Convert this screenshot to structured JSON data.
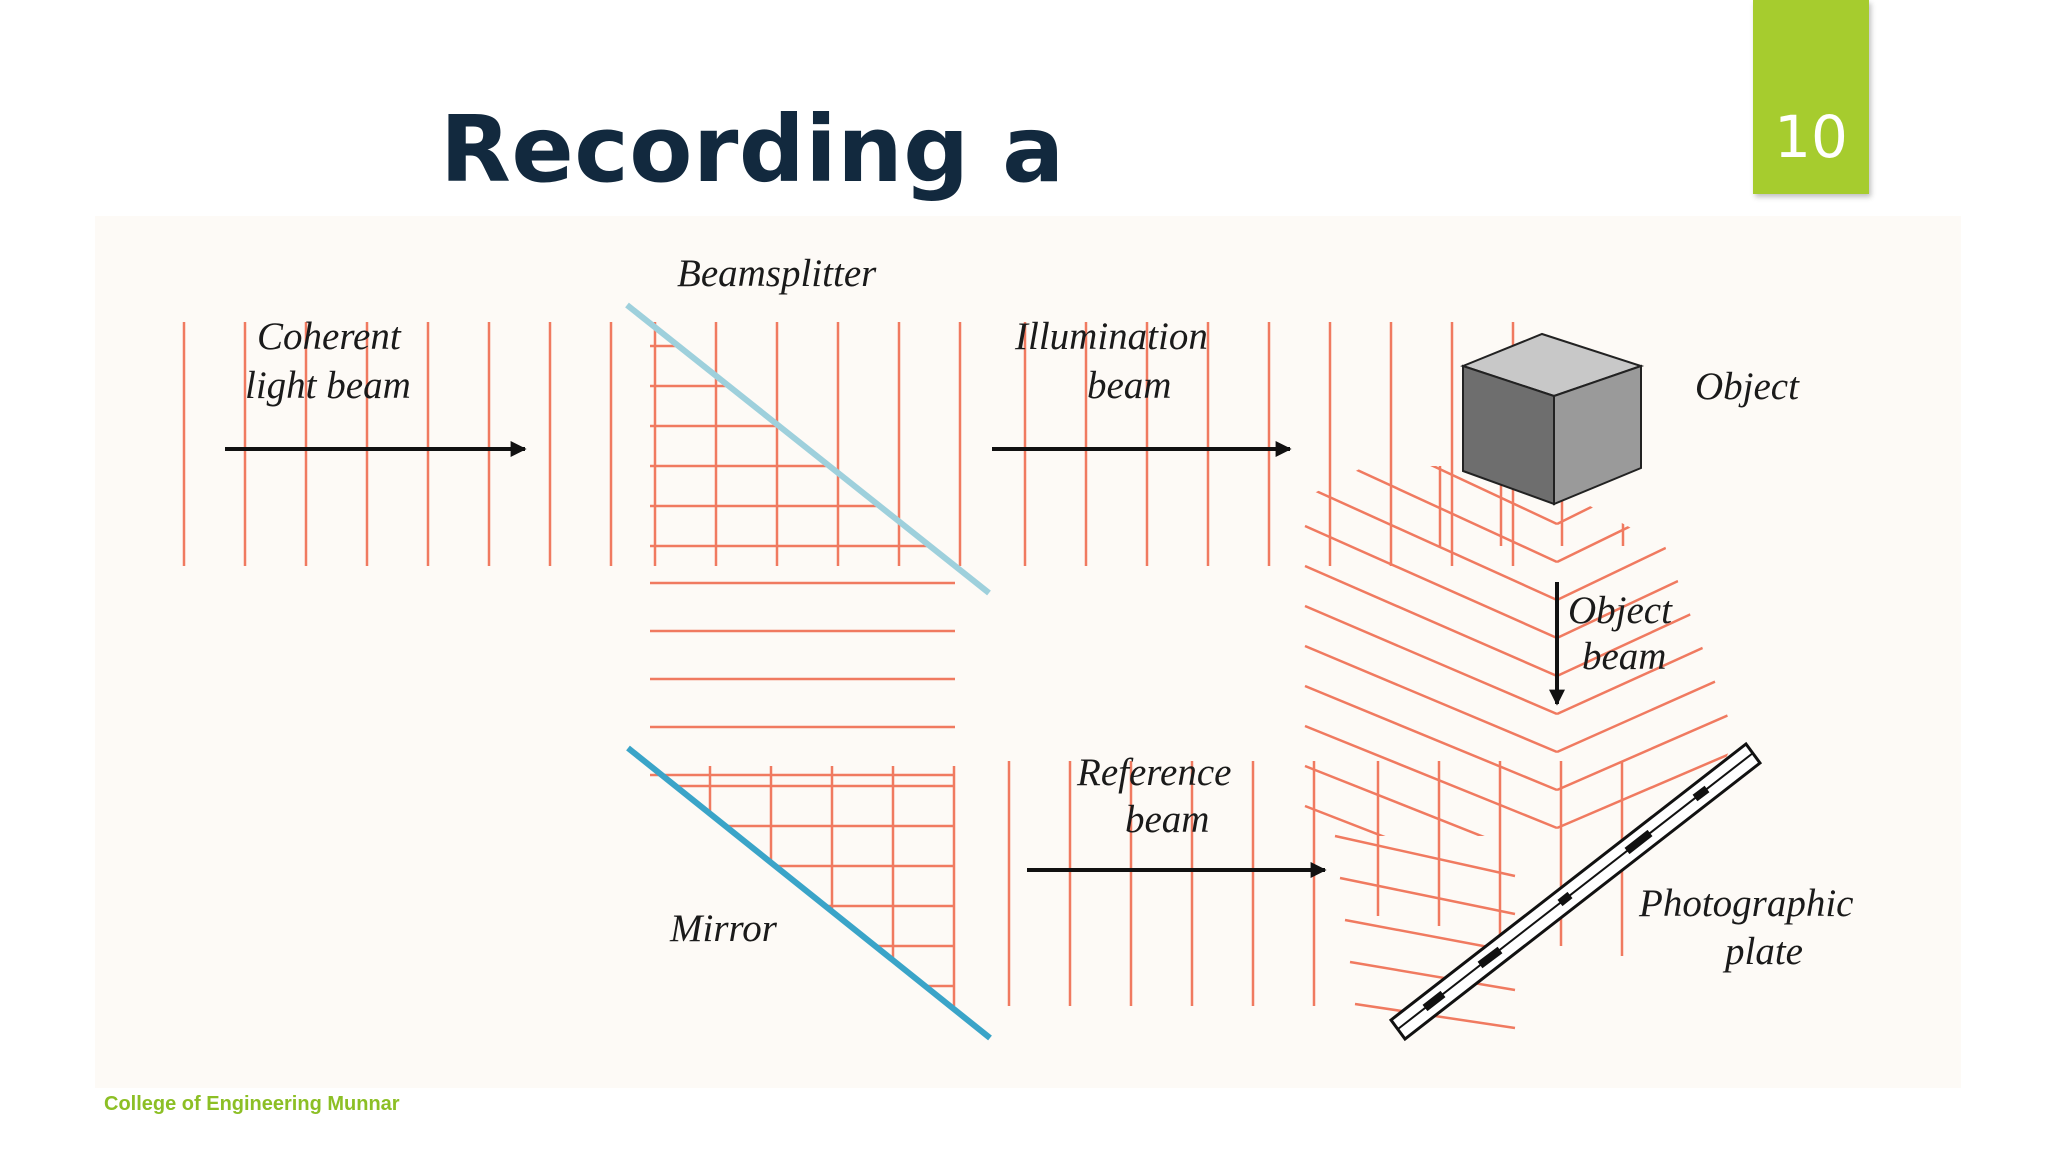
{
  "slide": {
    "page_number": "10",
    "title": "Recording a hologram",
    "footer": "College of Engineering Munnar"
  },
  "diagram": {
    "labels": {
      "coherent_line1": "Coherent",
      "coherent_line2": "light beam",
      "beamsplitter": "Beamsplitter",
      "illumination_line1": "Illumination",
      "illumination_line2": "beam",
      "object": "Object",
      "object_beam_line1": "Object",
      "object_beam_line2": "beam",
      "reference_line1": "Reference",
      "reference_line2": "beam",
      "mirror": "Mirror",
      "plate_line1": "Photographic",
      "plate_line2": "plate"
    },
    "colors": {
      "wavefront": "#f07a60",
      "beamsplitter": "#9ed0dc",
      "mirror": "#3aa4c8",
      "arrow": "#111111",
      "cube_front": "#6e6e6e",
      "cube_top": "#c8c8c8",
      "cube_side": "#9a9a9a"
    }
  }
}
